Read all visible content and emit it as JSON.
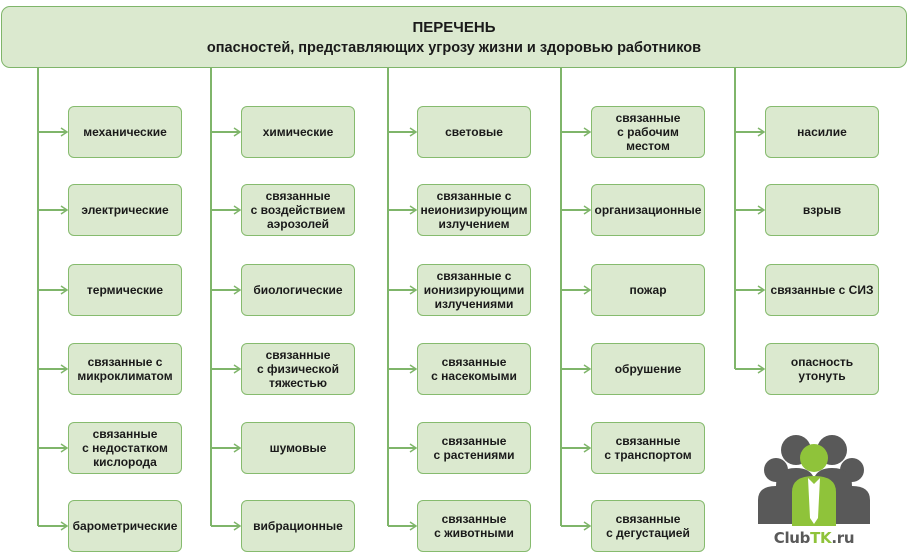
{
  "header": {
    "line1": "ПЕРЕЧЕНЬ",
    "line2": "опасностей, представляющих угрозу жизни и здоровью работников"
  },
  "columns": [
    {
      "items": [
        "механические",
        "электрические",
        "термические",
        "связанные с\nмикроклиматом",
        "связанные\nс недостатком\nкислорода",
        "барометрические"
      ]
    },
    {
      "items": [
        "химические",
        "связанные\nс воздействием\nаэрозолей",
        "биологические",
        "связанные\nс физической\nтяжестью",
        "шумовые",
        "вибрационные"
      ]
    },
    {
      "items": [
        "световые",
        "связанные с\nнеионизирующим\nизлучением",
        "связанные с\nионизирующими\nизлучениями",
        "связанные\nс насекомыми",
        "связанные\nс растениями",
        "связанные\nс животными"
      ]
    },
    {
      "items": [
        "связанные\nс рабочим\nместом",
        "организационные",
        "пожар",
        "обрушение",
        "связанные\nс транспортом",
        "связанные\nс дегустацией"
      ]
    },
    {
      "items": [
        "насилие",
        "взрыв",
        "связанные с СИЗ",
        "опасность\nутонуть"
      ]
    }
  ],
  "logo": {
    "text_main": "Club",
    "text_accent": "TK",
    "text_suffix": ".ru"
  },
  "colors": {
    "box_fill": "#dbe9cf",
    "box_border": "#86bb6e",
    "connector": "#7fb56a",
    "logo_gray": "#595959",
    "logo_green": "#8fc33a"
  }
}
